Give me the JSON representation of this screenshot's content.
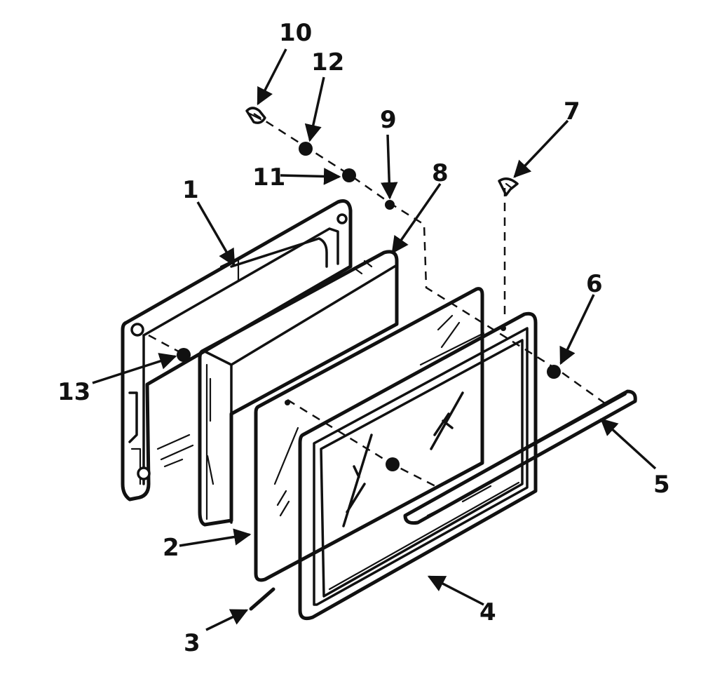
{
  "diagram": {
    "callouts": [
      {
        "id": "1",
        "label": "1"
      },
      {
        "id": "2",
        "label": "2"
      },
      {
        "id": "3",
        "label": "3"
      },
      {
        "id": "4",
        "label": "4"
      },
      {
        "id": "5",
        "label": "5"
      },
      {
        "id": "6",
        "label": "6"
      },
      {
        "id": "7",
        "label": "7"
      },
      {
        "id": "8",
        "label": "8"
      },
      {
        "id": "9",
        "label": "9"
      },
      {
        "id": "10",
        "label": "10"
      },
      {
        "id": "11",
        "label": "11"
      },
      {
        "id": "12",
        "label": "12"
      },
      {
        "id": "13",
        "label": "13"
      }
    ],
    "colors": {
      "ink": "#111111",
      "background": "#ffffff"
    }
  }
}
